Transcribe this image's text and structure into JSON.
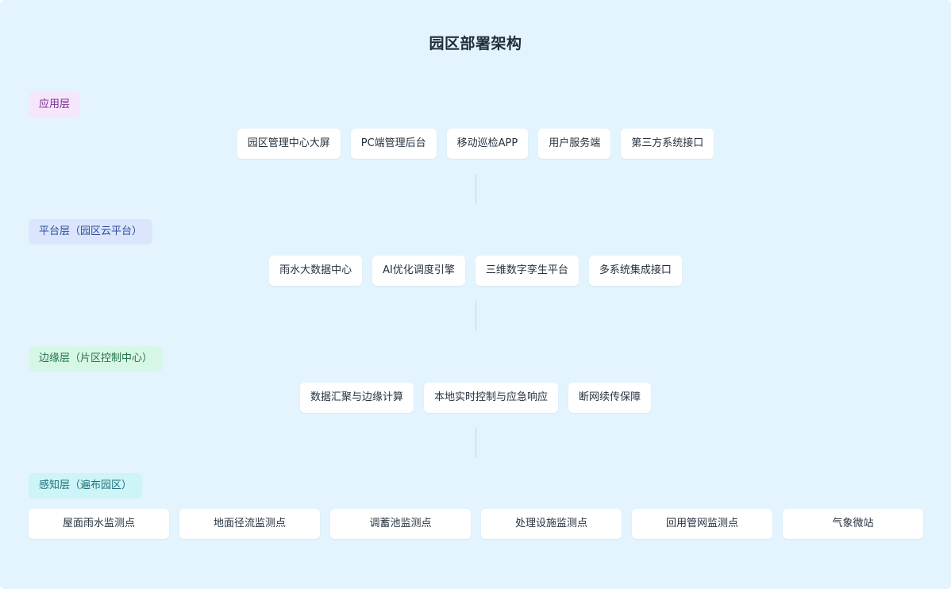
{
  "title": "园区部署架构",
  "layers": {
    "application": {
      "label": "应用层",
      "items": [
        "园区管理中心大屏",
        "PC端管理后台",
        "移动巡检APP",
        "用户服务端",
        "第三方系统接口"
      ]
    },
    "platform": {
      "label": "平台层（园区云平台）",
      "items": [
        "雨水大数据中心",
        "AI优化调度引擎",
        "三维数字孪生平台",
        "多系统集成接口"
      ]
    },
    "edge": {
      "label": "边缘层（片区控制中心）",
      "items": [
        "数据汇聚与边缘计算",
        "本地实时控制与应急响应",
        "断网续传保障"
      ]
    },
    "sensing": {
      "label": "感知层（遍布园区）",
      "items": [
        "屋面雨水监测点",
        "地面径流监测点",
        "调蓄池监测点",
        "处理设施监测点",
        "回用管网监测点",
        "气象微站"
      ]
    }
  },
  "colors": {
    "background": "#e3f4fe",
    "application_tag": "#f5e6fc",
    "platform_tag": "#dbe6fc",
    "edge_tag": "#d7f7e6",
    "sensing_tag": "#cdf4f7"
  }
}
